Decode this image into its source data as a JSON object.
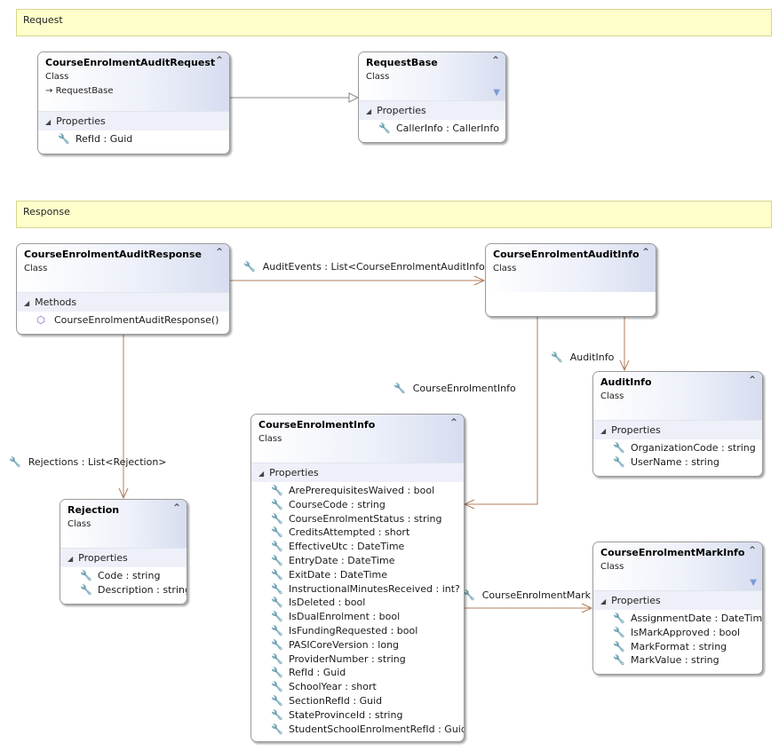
{
  "regions": {
    "request": "Request",
    "response": "Response"
  },
  "icons": {
    "property": "wrench-icon",
    "method": "cube-method-icon",
    "collapse": "double-chevron-up-icon",
    "filter": "filter-icon",
    "inheritance": "arrow-right-icon"
  },
  "colors": {
    "region_fill": "#ffffcc",
    "header_gradient_end": "#d7ddf0",
    "section_fill": "#edf0f8",
    "association_line": "#b07d5a",
    "inheritance_line": "#8a8a8a"
  },
  "classes": {
    "enrolment_audit_request": {
      "name": "CourseEnrolmentAuditRequest",
      "kind": "Class",
      "base": "RequestBase",
      "section": "Properties",
      "members": [
        "RefId : Guid"
      ]
    },
    "request_base": {
      "name": "RequestBase",
      "kind": "Class",
      "section": "Properties",
      "members": [
        "CallerInfo : CallerInfo"
      ]
    },
    "enrolment_audit_response": {
      "name": "CourseEnrolmentAuditResponse",
      "kind": "Class",
      "section": "Methods",
      "members": [
        "CourseEnrolmentAuditResponse()"
      ]
    },
    "enrolment_audit_info": {
      "name": "CourseEnrolmentAuditInfo",
      "kind": "Class"
    },
    "audit_info": {
      "name": "AuditInfo",
      "kind": "Class",
      "section": "Properties",
      "members": [
        "OrganizationCode : string",
        "UserName : string"
      ]
    },
    "rejection": {
      "name": "Rejection",
      "kind": "Class",
      "section": "Properties",
      "members": [
        "Code : string",
        "Description : string"
      ]
    },
    "enrolment_info": {
      "name": "CourseEnrolmentInfo",
      "kind": "Class",
      "section": "Properties",
      "members": [
        "ArePrerequisitesWaived : bool",
        "CourseCode : string",
        "CourseEnrolmentStatus : string",
        "CreditsAttempted : short",
        "EffectiveUtc : DateTime",
        "EntryDate : DateTime",
        "ExitDate : DateTime",
        "InstructionalMinutesReceived : int?",
        "IsDeleted : bool",
        "IsDualEnrolment : bool",
        "IsFundingRequested : bool",
        "PASICoreVersion : long",
        "ProviderNumber : string",
        "RefId : Guid",
        "SchoolYear : short",
        "SectionRefId : Guid",
        "StateProvinceId : string",
        "StudentSchoolEnrolmentRefId : Guid"
      ]
    },
    "enrolment_mark_info": {
      "name": "CourseEnrolmentMarkInfo",
      "kind": "Class",
      "section": "Properties",
      "members": [
        "AssignmentDate : DateTime",
        "IsMarkApproved : bool",
        "MarkFormat : string",
        "MarkValue : string"
      ]
    }
  },
  "associations": {
    "audit_events": "AuditEvents : List<CourseEnrolmentAuditInfo>",
    "audit_info": "AuditInfo",
    "enrolment_info": "CourseEnrolmentInfo",
    "rejections": "Rejections : List<Rejection>",
    "enrolment_mark": "CourseEnrolmentMark"
  }
}
